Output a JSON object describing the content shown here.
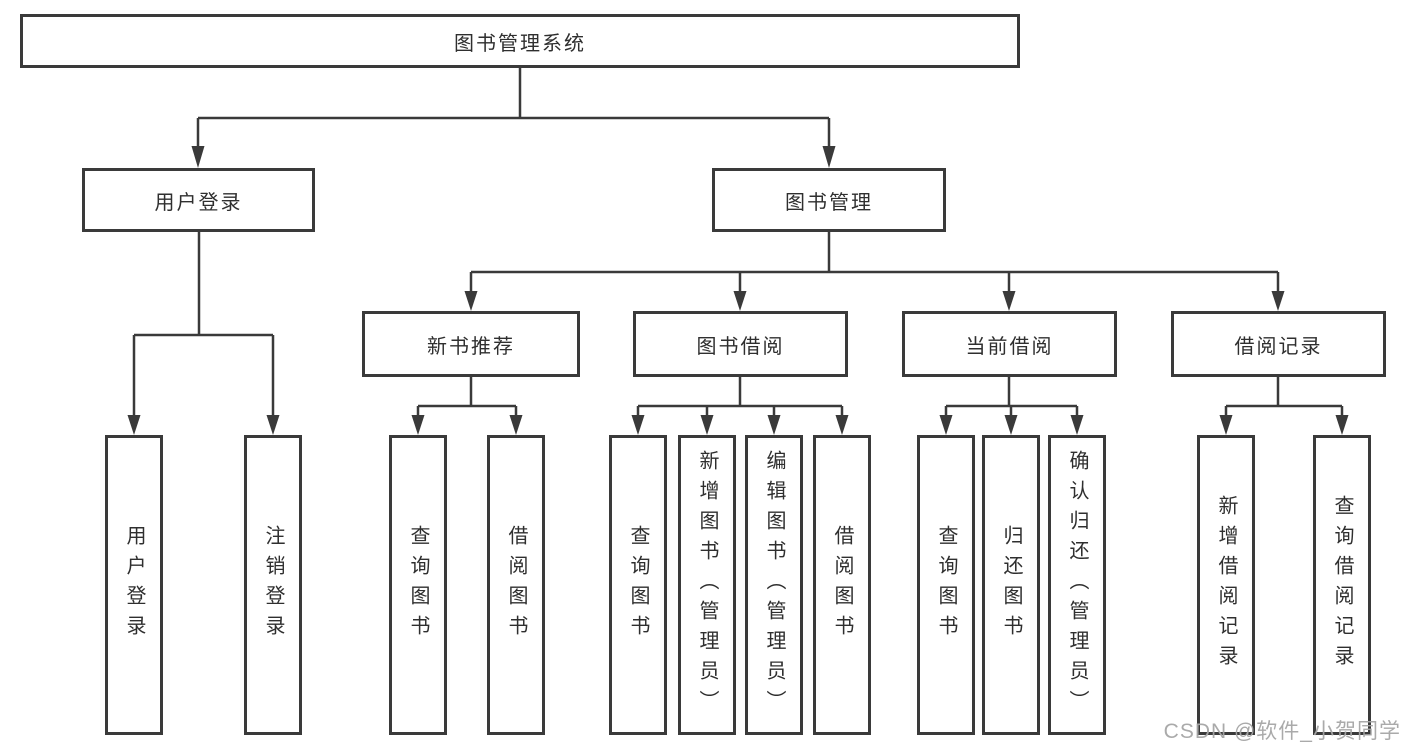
{
  "diagram": {
    "type": "hierarchy-tree",
    "title": "图书管理系统",
    "watermark": "CSDN @软件_小贺同学",
    "colors": {
      "line": "#3a3a3a",
      "box_border": "#3a3a3a",
      "text": "#2f2f2f",
      "watermark": "#a6a6a6",
      "background": "#ffffff"
    }
  },
  "tree": {
    "label": "图书管理系统",
    "children": [
      {
        "label": "用户登录",
        "children": [
          {
            "label": "用户登录"
          },
          {
            "label": "注销登录"
          }
        ]
      },
      {
        "label": "图书管理",
        "children": [
          {
            "label": "新书推荐",
            "children": [
              {
                "label": "查询图书"
              },
              {
                "label": "借阅图书"
              }
            ]
          },
          {
            "label": "图书借阅",
            "children": [
              {
                "label": "查询图书"
              },
              {
                "label": "新增图书（管理员）"
              },
              {
                "label": "编辑图书（管理员）"
              },
              {
                "label": "借阅图书"
              }
            ]
          },
          {
            "label": "当前借阅",
            "children": [
              {
                "label": "查询图书"
              },
              {
                "label": "归还图书"
              },
              {
                "label": "确认归还（管理员）"
              }
            ]
          },
          {
            "label": "借阅记录",
            "children": [
              {
                "label": "新增借阅记录"
              },
              {
                "label": "查询借阅记录"
              }
            ]
          }
        ]
      }
    ]
  }
}
